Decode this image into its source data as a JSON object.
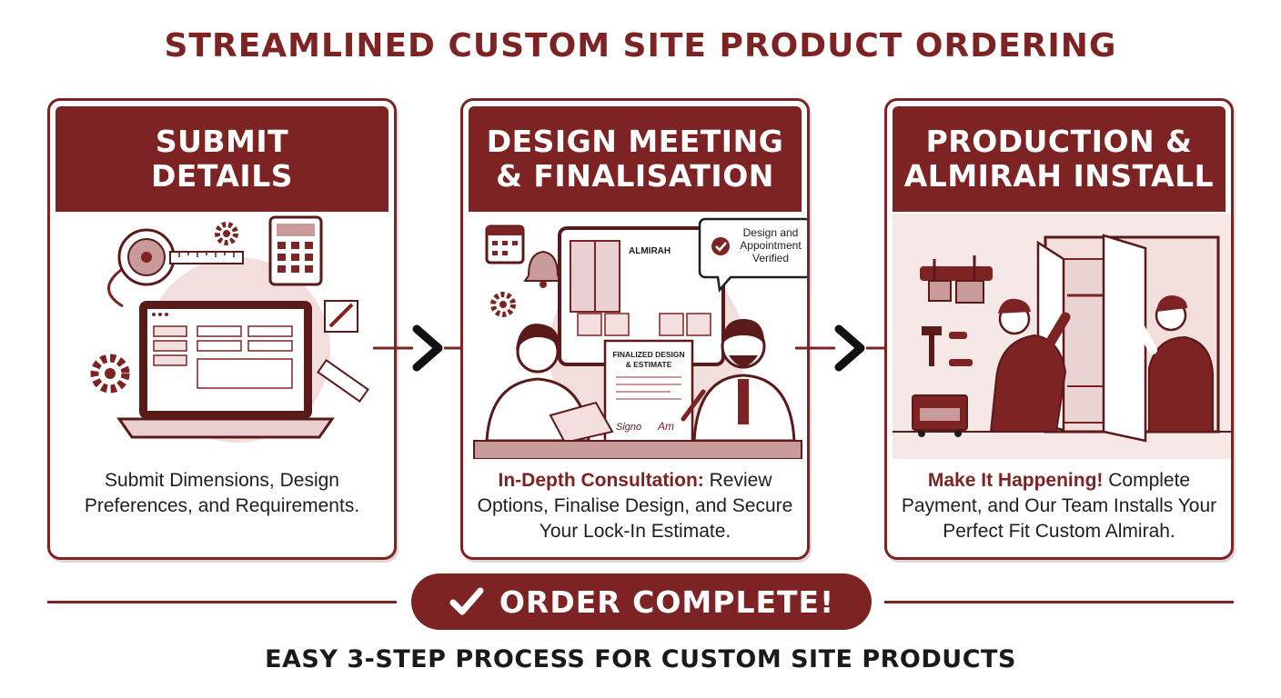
{
  "title": "STREAMLINED CUSTOM SITE PRODUCT ORDERING",
  "steps": [
    {
      "heading": "SUBMIT\nDETAILS",
      "caption_highlight": "",
      "caption": "Submit Dimensions, Design Preferences, and Requirements.",
      "icons": [
        "tape-measure-icon",
        "calculator-icon",
        "gear-icon",
        "laptop-form-icon",
        "ruler-icon",
        "pencil-icon"
      ]
    },
    {
      "heading": "DESIGN MEETING\n& FINALISATION",
      "caption_highlight": "In-Depth Consultation:",
      "caption": " Review Options, Finalise Design, and Secure Your Lock-In Estimate.",
      "screen_label": "ALMIRAH",
      "bubble_text": "Design and Appointment Verified",
      "document_label_line1": "FINALIZED DESIGN",
      "document_label_line2": "& ESTIMATE",
      "signature_left": "Signo",
      "signature_right": "Am",
      "icons": [
        "calendar-icon",
        "bell-icon",
        "gear-icon",
        "check-icon",
        "pen-icon"
      ]
    },
    {
      "heading": "PRODUCTION &\nALMIRAH INSTALL",
      "caption_highlight": "Make It Happening!",
      "caption": " Complete Payment, and Our Team Installs Your Perfect Fit Custom Almirah.",
      "icons": [
        "tool-belt-icon",
        "hammer-icon",
        "toolbox-icon",
        "wardrobe-icon"
      ]
    }
  ],
  "completion": "ORDER COMPLETE!",
  "footer": "EASY 3-STEP PROCESS FOR CUSTOM SITE PRODUCTS",
  "colors": {
    "accent": "#7d2323",
    "soft": "#f3dede",
    "mid": "#c99a9a",
    "ink": "#1e1e1e"
  }
}
